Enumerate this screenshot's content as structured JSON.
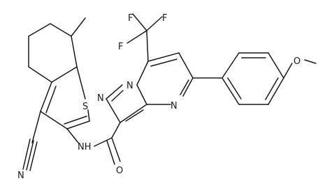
{
  "structure": {
    "atom_labels": {
      "F1": "F",
      "F2": "F",
      "F3": "F",
      "S": "S",
      "N_ring_bottom": "N",
      "N_ring_top": "N",
      "N_pyrazole": "N",
      "O_methoxy": "O",
      "N_nitrile": "N",
      "NH": "NH",
      "O_carbonyl": "O"
    }
  }
}
